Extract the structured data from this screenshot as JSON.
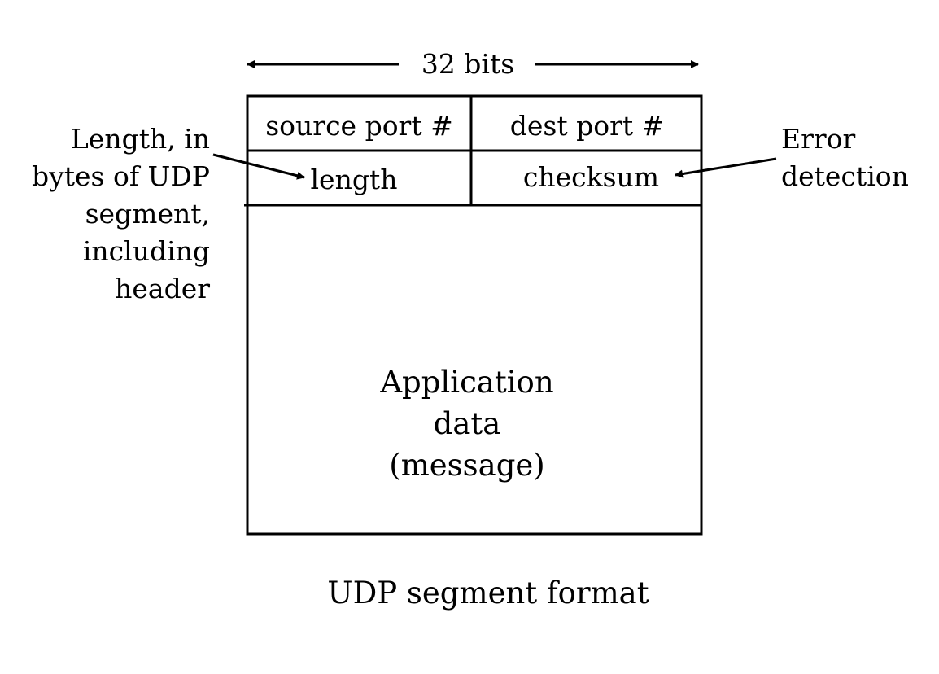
{
  "width_label": "32 bits",
  "header": {
    "row1": {
      "left": "source port #",
      "right": "dest port #"
    },
    "row2": {
      "left": "length",
      "right": "checksum"
    }
  },
  "payload": {
    "lines": [
      "Application",
      "data",
      "(message)"
    ]
  },
  "annotations": {
    "length_note": [
      "Length, in",
      "bytes of UDP",
      "segment,",
      "including",
      "header"
    ],
    "checksum_note": [
      "Error",
      "detection"
    ]
  },
  "caption": "UDP segment format",
  "colors": {
    "ink": "#000000",
    "background": "#ffffff"
  }
}
